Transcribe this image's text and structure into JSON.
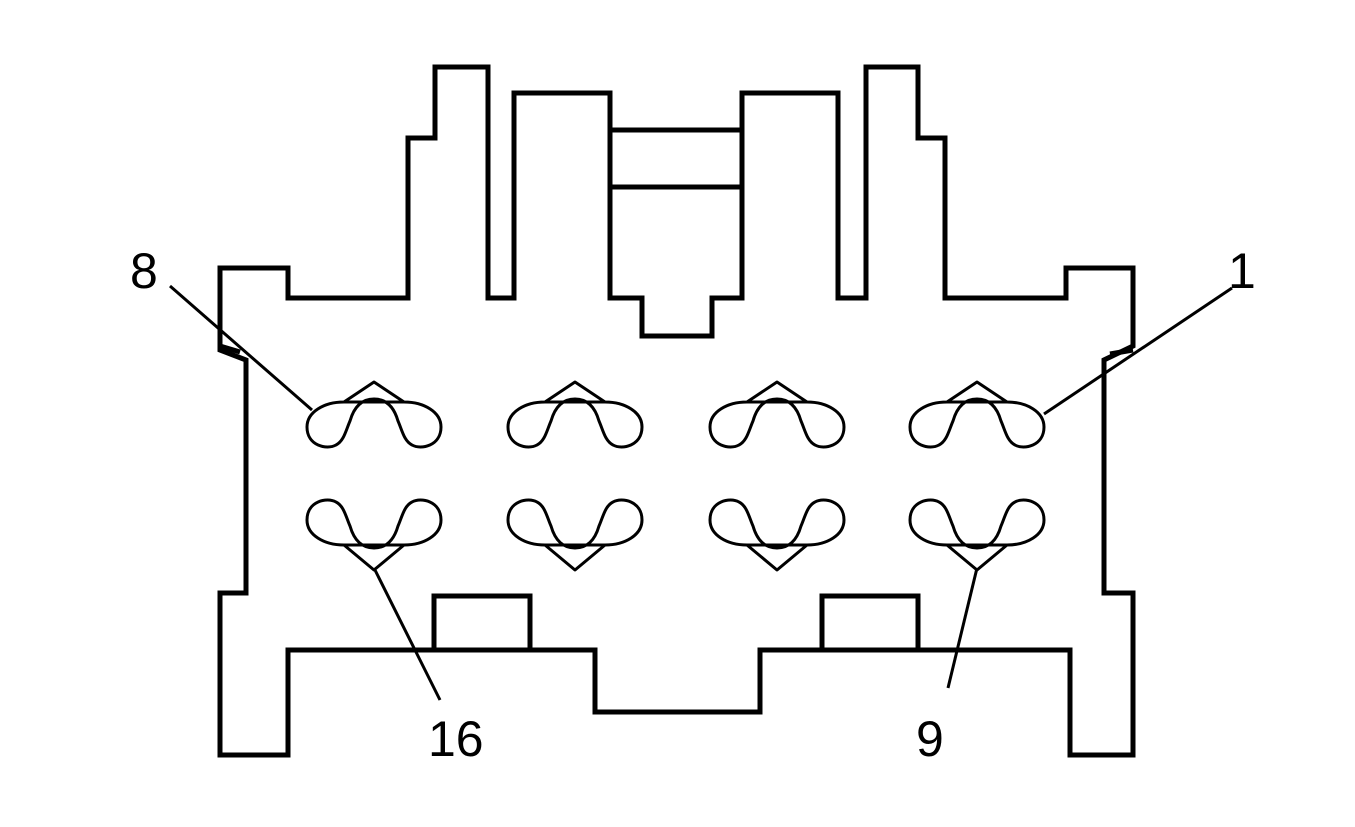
{
  "colors": {
    "line": "#000000",
    "background": "#ffffff"
  },
  "labels": {
    "pin8": "8",
    "pin1": "1",
    "pin16": "16",
    "pin9": "9"
  }
}
